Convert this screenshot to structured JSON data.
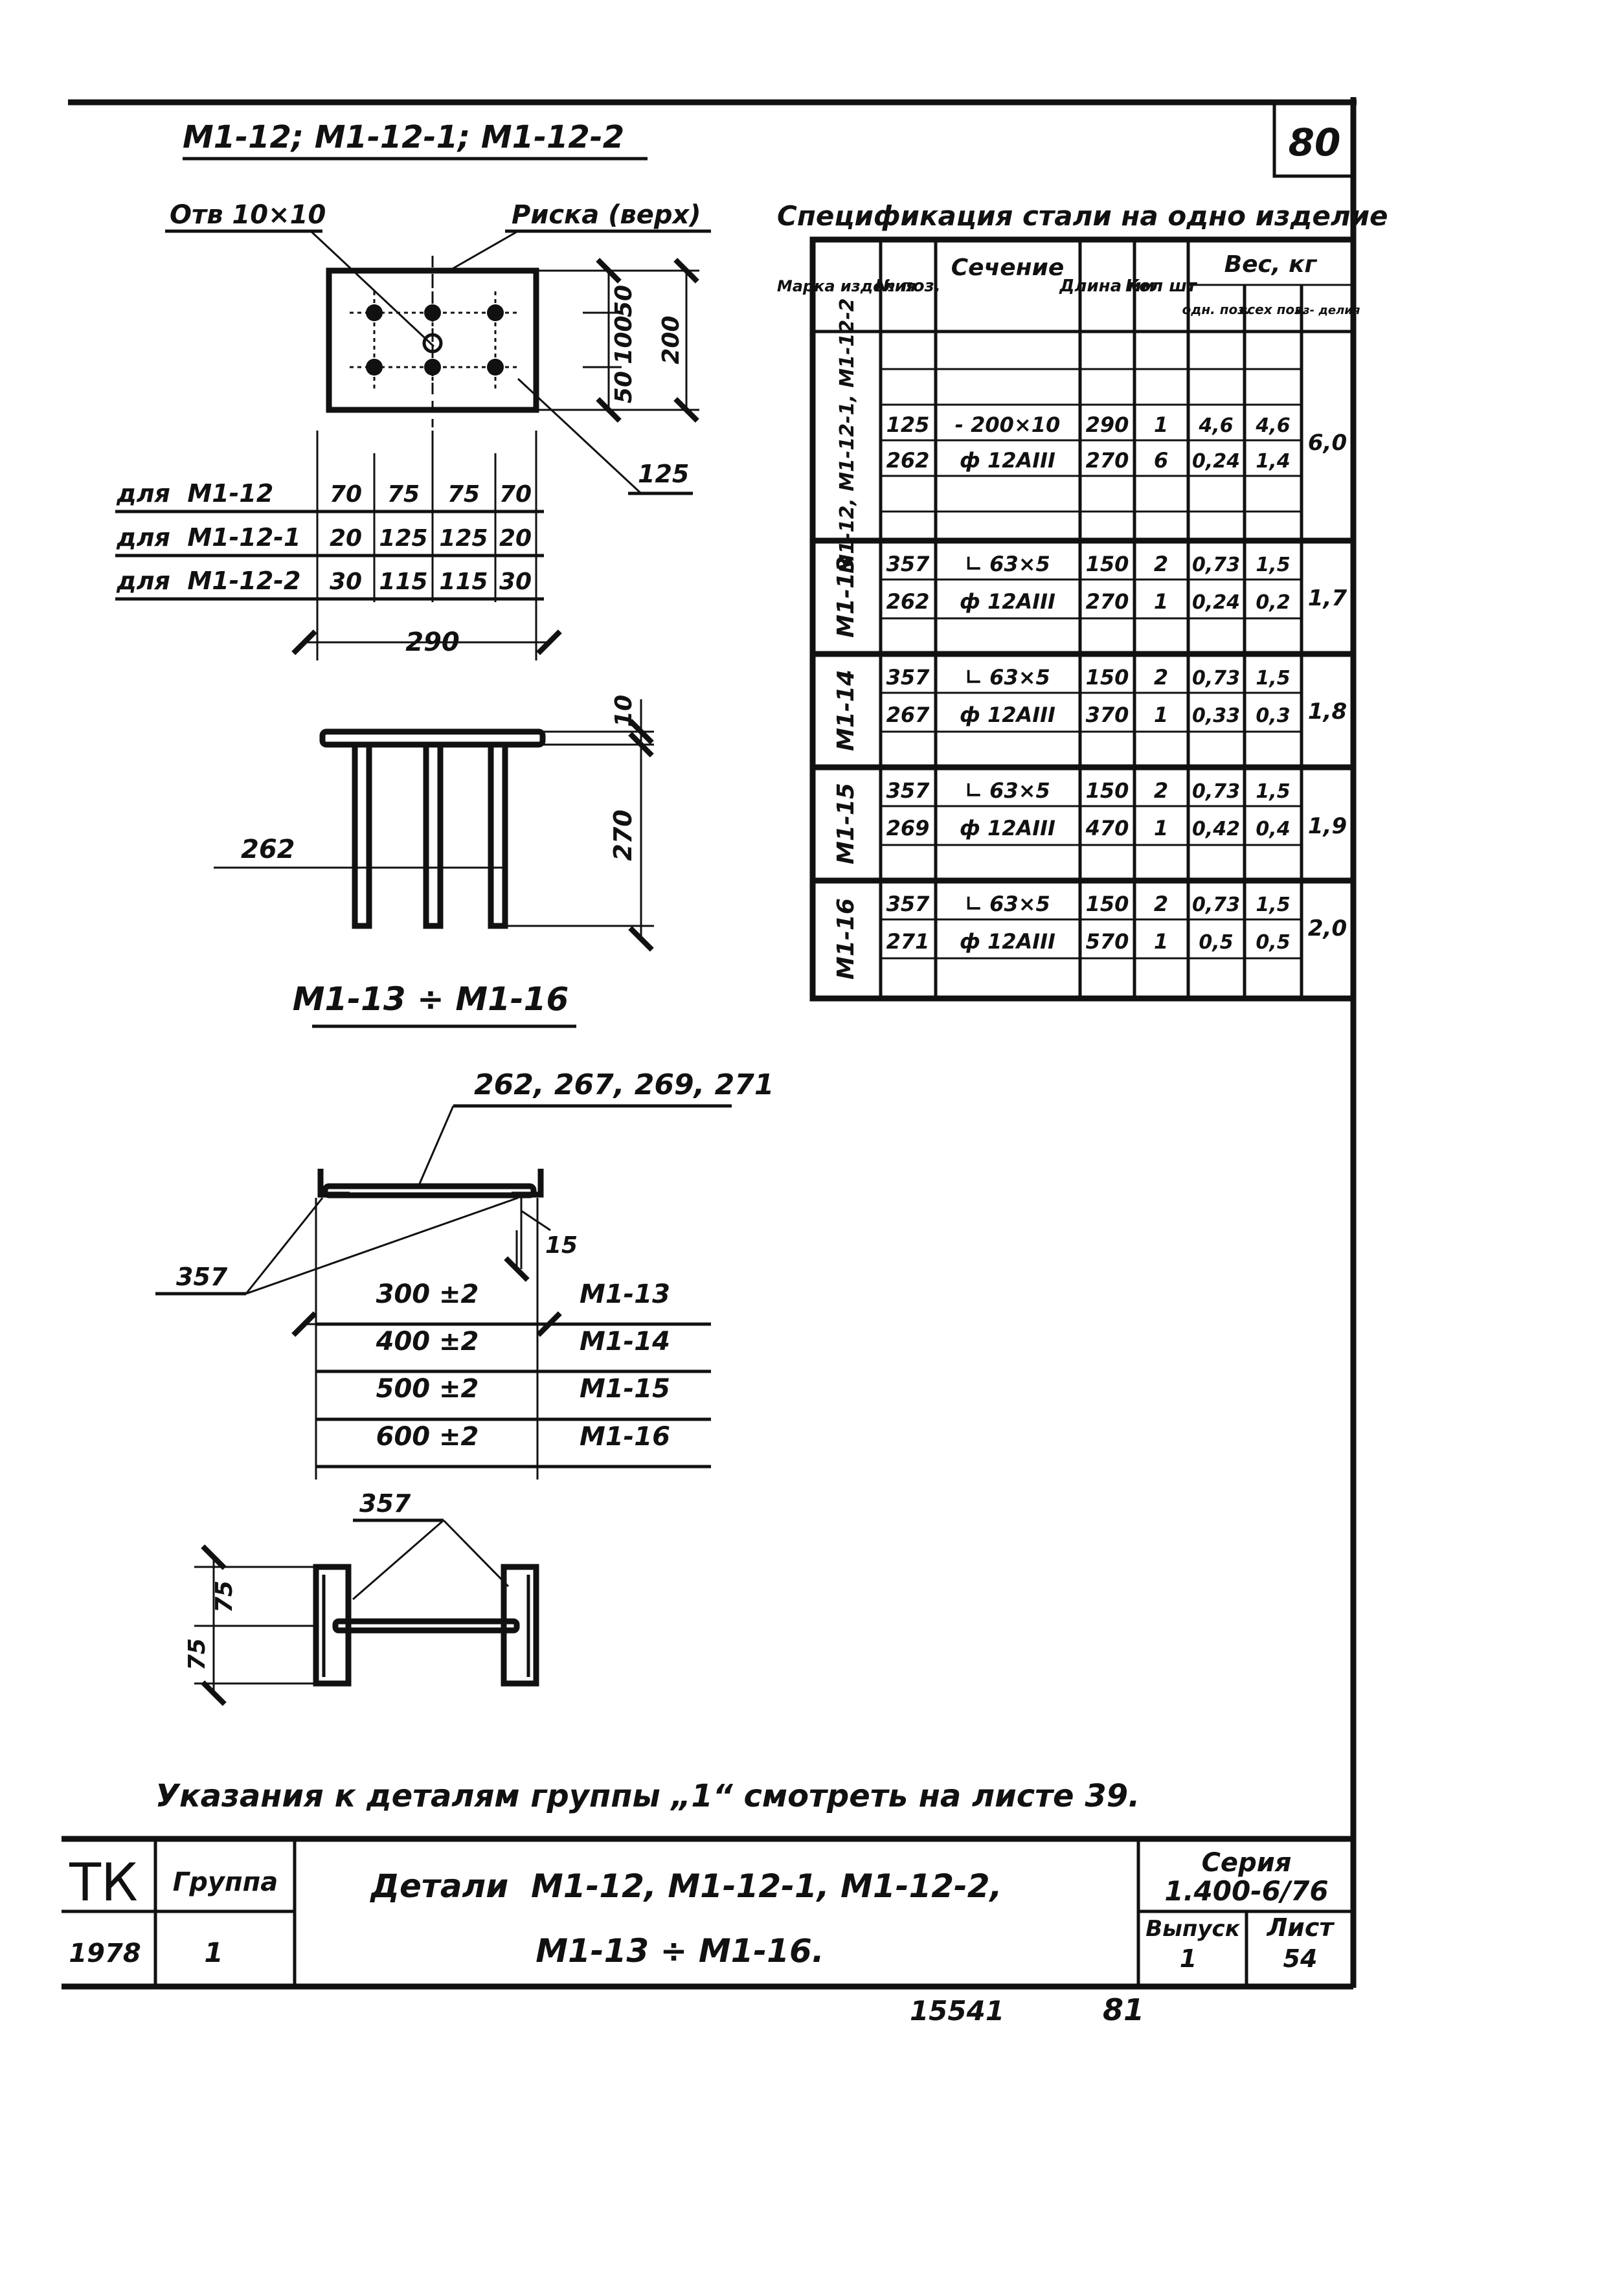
{
  "page_number": "80",
  "plate_title": "М1-12; М1-12-1; М1-12-2",
  "hole_label": "Отв 10×10",
  "risk_label": "Риска (верх)",
  "dim_50_top": "50",
  "dim_100": "100",
  "dim_50_bottom": "50",
  "dim_200": "200",
  "pos_125": "125",
  "dimension_rows": [
    {
      "label": "для  М1-12",
      "values": [
        "70",
        "75",
        "75",
        "70"
      ]
    },
    {
      "label": "для  М1-12-1",
      "values": [
        "20",
        "125",
        "125",
        "20"
      ]
    },
    {
      "label": "для  М1-12-2",
      "values": [
        "30",
        "115",
        "115",
        "30"
      ]
    }
  ],
  "dim_290": "290",
  "dim_10": "10",
  "dim_270": "270",
  "pos_262": "262",
  "series_title": "М1-13 ÷ М1-16",
  "pos_list": "262, 267, 269, 271",
  "pos_357_a": "357",
  "dim_15": "15",
  "span_rows": [
    {
      "dim": "300 ±2",
      "mark": "М1-13"
    },
    {
      "dim": "400 ±2",
      "mark": "М1-14"
    },
    {
      "dim": "500 ±2",
      "mark": "М1-15"
    },
    {
      "dim": "600 ±2",
      "mark": "М1-16"
    }
  ],
  "pos_357_b": "357",
  "dim_75_top": "75",
  "dim_75_bottom": "75",
  "spec": {
    "title": "Спецификация стали на одно изделие",
    "headers": {
      "mark": "Марка изделия",
      "pos": "№ поз.",
      "section": "Сечение",
      "length": "Длина мм",
      "qty": "Кол шт",
      "weight": "Вес, кг",
      "w_one": "одн. поз.",
      "w_all": "всех поз.",
      "w_item": "из- делия"
    },
    "groups": [
      {
        "mark": "М1-12, М1-12-1, М1-12-2",
        "total": "6,0",
        "rows": [
          {
            "pos": "125",
            "section": "- 200×10",
            "length": "290",
            "qty": "1",
            "w1": "4,6",
            "wa": "4,6"
          },
          {
            "pos": "262",
            "section": "ф 12АIII",
            "length": "270",
            "qty": "6",
            "w1": "0,24",
            "wa": "1,4"
          }
        ]
      },
      {
        "mark": "М1-13",
        "total": "1,7",
        "rows": [
          {
            "pos": "357",
            "section": "∟ 63×5",
            "length": "150",
            "qty": "2",
            "w1": "0,73",
            "wa": "1,5"
          },
          {
            "pos": "262",
            "section": "ф 12АIII",
            "length": "270",
            "qty": "1",
            "w1": "0,24",
            "wa": "0,2"
          }
        ]
      },
      {
        "mark": "М1-14",
        "total": "1,8",
        "rows": [
          {
            "pos": "357",
            "section": "∟ 63×5",
            "length": "150",
            "qty": "2",
            "w1": "0,73",
            "wa": "1,5"
          },
          {
            "pos": "267",
            "section": "ф 12АIII",
            "length": "370",
            "qty": "1",
            "w1": "0,33",
            "wa": "0,3"
          }
        ]
      },
      {
        "mark": "М1-15",
        "total": "1,9",
        "rows": [
          {
            "pos": "357",
            "section": "∟ 63×5",
            "length": "150",
            "qty": "2",
            "w1": "0,73",
            "wa": "1,5"
          },
          {
            "pos": "269",
            "section": "ф 12АIII",
            "length": "470",
            "qty": "1",
            "w1": "0,42",
            "wa": "0,4"
          }
        ]
      },
      {
        "mark": "М1-16",
        "total": "2,0",
        "rows": [
          {
            "pos": "357",
            "section": "∟ 63×5",
            "length": "150",
            "qty": "2",
            "w1": "0,73",
            "wa": "1,5"
          },
          {
            "pos": "271",
            "section": "ф 12АIII",
            "length": "570",
            "qty": "1",
            "w1": "0,5",
            "wa": "0,5"
          }
        ]
      }
    ]
  },
  "note": "Указания к деталям группы „1“ смотреть на листе 39.",
  "stamp": {
    "tk": "ТК",
    "year": "1978",
    "group_label": "Группа",
    "group_value": "1",
    "title_line1": "Детали  М1-12, М1-12-1, М1-12-2,",
    "title_line2": "М1-13 ÷ М1-16.",
    "series_label": "Серия",
    "series_value": "1.400-6/76",
    "issue_label": "Выпуск",
    "issue_value": "1",
    "sheet_label": "Лист",
    "sheet_value": "54"
  },
  "footer_number": "15541",
  "footer_page": "81"
}
